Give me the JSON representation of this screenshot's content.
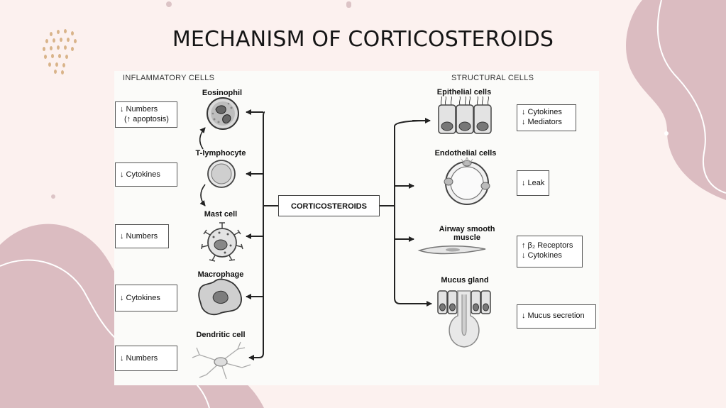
{
  "title": "MECHANISM OF CORTICOSTEROIDS",
  "headers": {
    "left": "INFLAMMATORY CELLS",
    "right": "STRUCTURAL CELLS"
  },
  "center": "CORTICOSTEROIDS",
  "inflammatory": [
    {
      "label": "Eosinophil",
      "effect": [
        "↓ Numbers",
        "(↑ apoptosis)"
      ]
    },
    {
      "label": "T-lymphocyte",
      "effect": [
        "↓  Cytokines"
      ]
    },
    {
      "label": "Mast cell",
      "effect": [
        "↓ Numbers"
      ]
    },
    {
      "label": "Macrophage",
      "effect": [
        "↓  Cytokines"
      ]
    },
    {
      "label": "Dendritic cell",
      "effect": [
        "↓ Numbers"
      ]
    }
  ],
  "structural": [
    {
      "label": "Epithelial cells",
      "effect": [
        "↓ Cytokines",
        "↓ Mediators"
      ]
    },
    {
      "label": "Endothelial cells",
      "effect": [
        "↓ Leak"
      ]
    },
    {
      "label": "Airway smooth muscle",
      "label_lines": [
        "Airway smooth",
        "muscle"
      ],
      "effect": [
        "↑ β₂ Receptors",
        "↓ Cytokines"
      ]
    },
    {
      "label": "Mucus gland",
      "effect": [
        "↓ Mucus secretion"
      ]
    }
  ],
  "colors": {
    "background": "#fcf1ef",
    "blob": "#dbbcc1",
    "dots": "#d9b48a"
  }
}
